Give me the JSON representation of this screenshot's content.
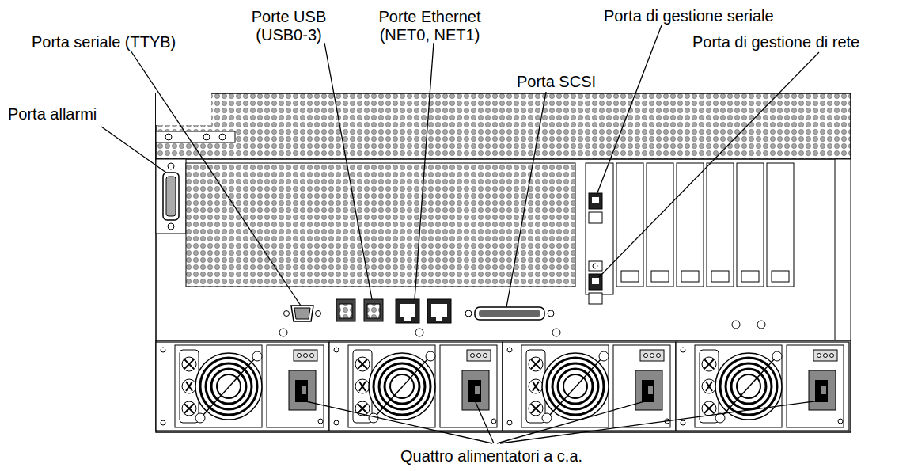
{
  "diagram": {
    "labels": [
      "Porta seriale (TTYB)",
      "Porte USB (USB0-3)",
      "Porte Ethernet (NET0, NET1)",
      "Porta di gestione seriale",
      "Porta SCSI",
      "Porta di gestione di rete",
      "Porta allarmi",
      "Quattro alimentatori a c.a."
    ]
  }
}
